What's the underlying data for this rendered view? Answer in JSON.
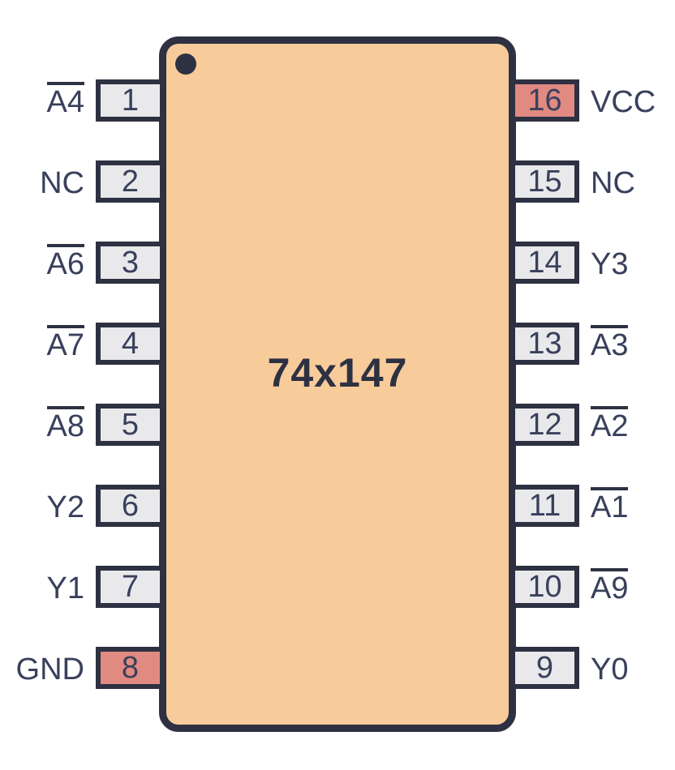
{
  "chip": {
    "label": "74x147"
  },
  "colors": {
    "body_fill": "#f8cb9b",
    "ink": "#2d3142",
    "text": "#39405c",
    "pin_fill": "#e9e9eb",
    "power_pin_fill": "#e18a82",
    "background": "#ffffff"
  },
  "left_pins": [
    {
      "number": "1",
      "label": "A4",
      "overline": true,
      "power": false
    },
    {
      "number": "2",
      "label": "NC",
      "overline": false,
      "power": false
    },
    {
      "number": "3",
      "label": "A6",
      "overline": true,
      "power": false
    },
    {
      "number": "4",
      "label": "A7",
      "overline": true,
      "power": false
    },
    {
      "number": "5",
      "label": "A8",
      "overline": true,
      "power": false
    },
    {
      "number": "6",
      "label": "Y2",
      "overline": false,
      "power": false
    },
    {
      "number": "7",
      "label": "Y1",
      "overline": false,
      "power": false
    },
    {
      "number": "8",
      "label": "GND",
      "overline": false,
      "power": true
    }
  ],
  "right_pins": [
    {
      "number": "16",
      "label": "VCC",
      "overline": false,
      "power": true
    },
    {
      "number": "15",
      "label": "NC",
      "overline": false,
      "power": false
    },
    {
      "number": "14",
      "label": "Y3",
      "overline": false,
      "power": false
    },
    {
      "number": "13",
      "label": "A3",
      "overline": true,
      "power": false
    },
    {
      "number": "12",
      "label": "A2",
      "overline": true,
      "power": false
    },
    {
      "number": "11",
      "label": "A1",
      "overline": true,
      "power": false
    },
    {
      "number": "10",
      "label": "A9",
      "overline": true,
      "power": false
    },
    {
      "number": "9",
      "label": "Y0",
      "overline": false,
      "power": false
    }
  ]
}
